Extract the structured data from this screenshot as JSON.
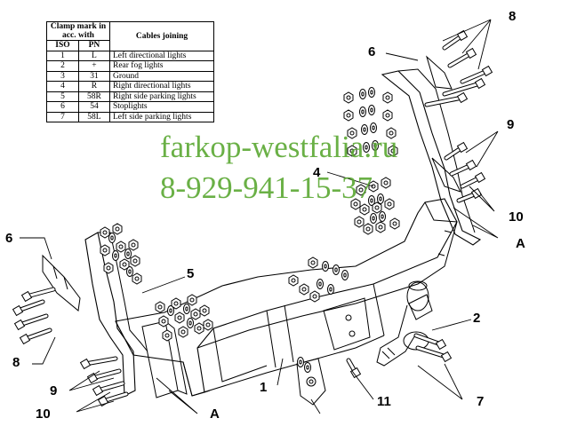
{
  "table": {
    "header_clamp": "Clamp mark in acc. with",
    "header_cables": "Cables joining",
    "col_iso": "ISO",
    "col_pn": "PN",
    "rows": [
      {
        "iso": "1",
        "pn": "L",
        "desc": "Left directional lights"
      },
      {
        "iso": "2",
        "pn": "+",
        "desc": "Rear fog lights"
      },
      {
        "iso": "3",
        "pn": "31",
        "desc": "Ground"
      },
      {
        "iso": "4",
        "pn": "R",
        "desc": "Right directional lights"
      },
      {
        "iso": "5",
        "pn": "58R",
        "desc": "Right side parking lights"
      },
      {
        "iso": "6",
        "pn": "54",
        "desc": "Stoplights"
      },
      {
        "iso": "7",
        "pn": "58L",
        "desc": "Left side parking lights"
      }
    ]
  },
  "watermark": {
    "site": "farkop-westfalia.ru",
    "phone": "8-929-941-15-37",
    "color": "#5aa832"
  },
  "callouts": {
    "c1": "1",
    "c2": "2",
    "c4": "4",
    "c5": "5",
    "c6_right": "6",
    "c6_left": "6",
    "c7": "7",
    "c8_right": "8",
    "c8_left": "8",
    "c9_right": "9",
    "c9_left": "9",
    "c10_right": "10",
    "c10_left": "10",
    "c11": "11",
    "cA_right": "A",
    "cA_left": "A"
  }
}
